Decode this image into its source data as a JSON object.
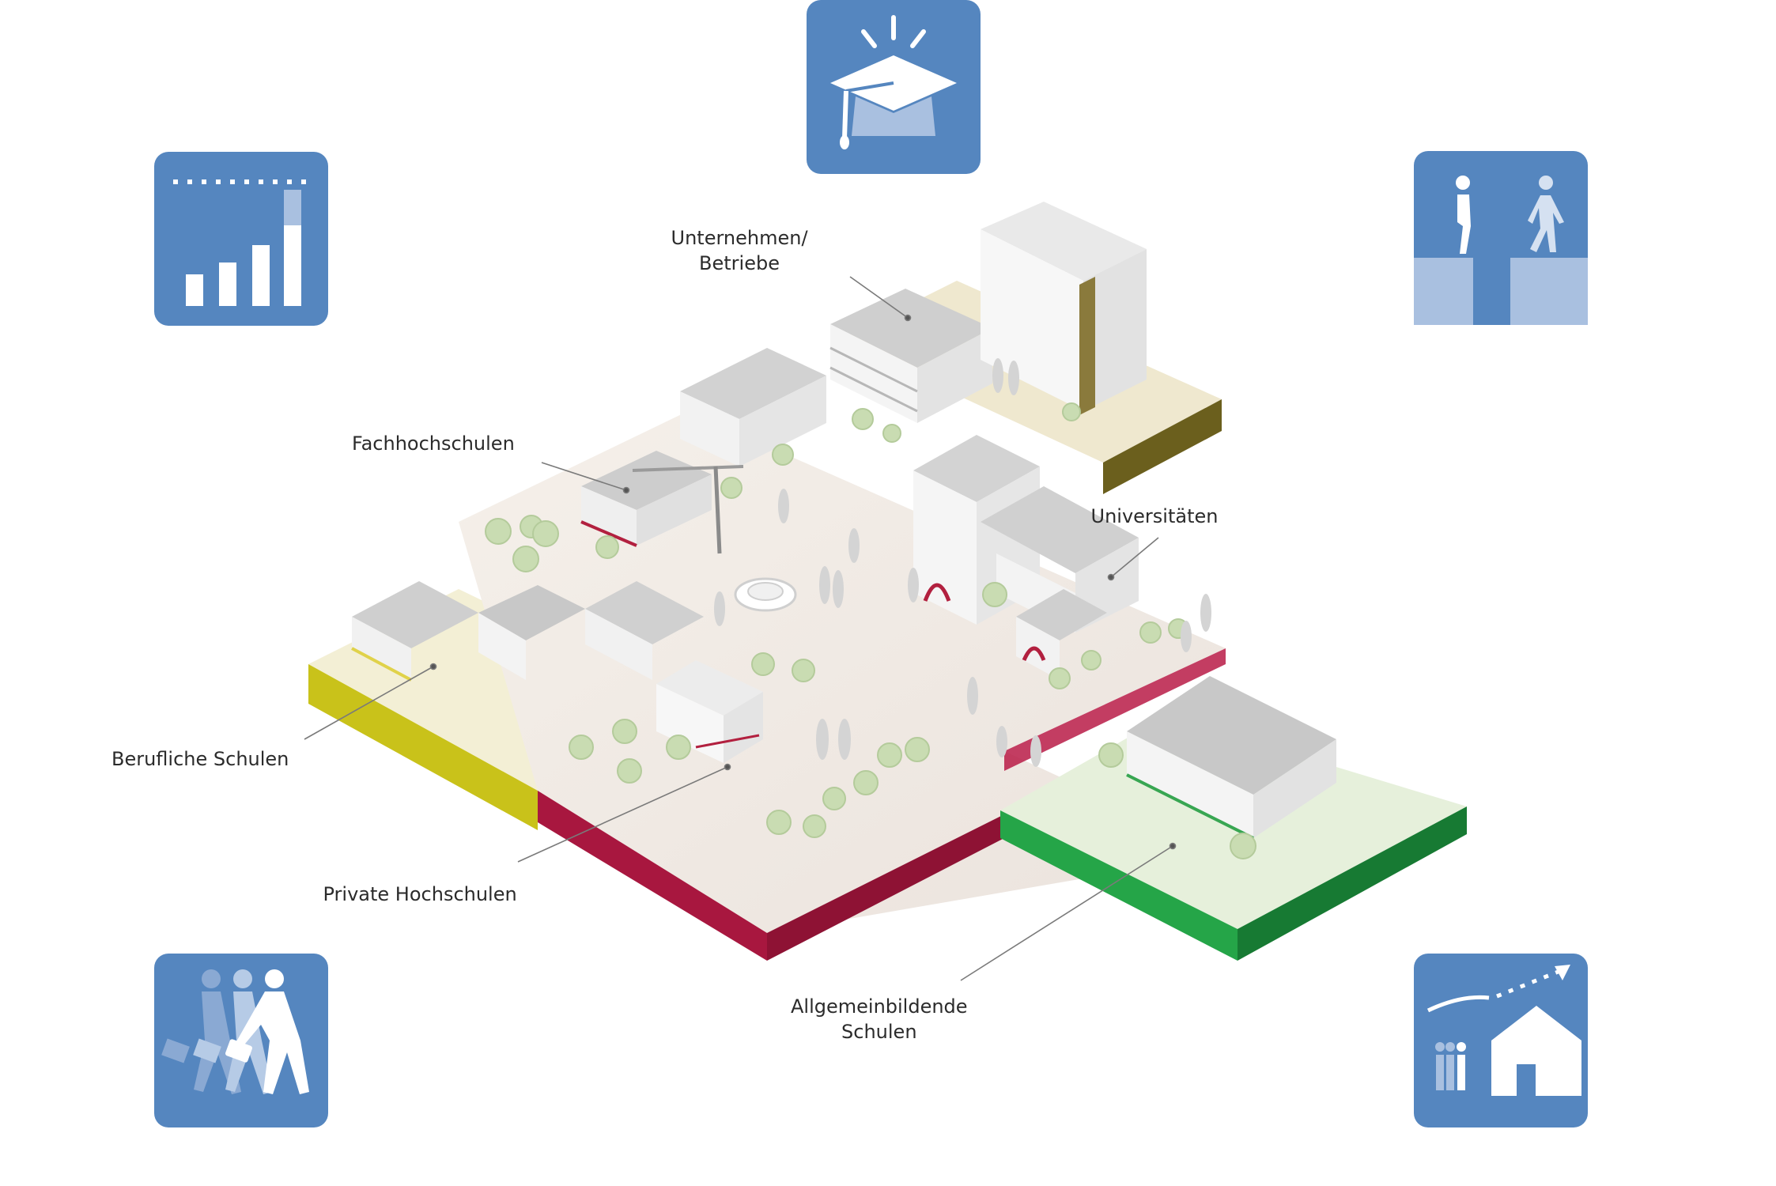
{
  "labels": {
    "unternehmen_line1": "Unternehmen/",
    "unternehmen_line2": "Betriebe",
    "fachhochschulen": "Fachhochschulen",
    "universitaeten": "Universitäten",
    "berufliche_schulen": "Berufliche Schulen",
    "private_hochschulen": "Private Hochschulen",
    "allgemeinbildende_line1": "Allgemeinbildende",
    "allgemeinbildende_line2": "Schulen"
  },
  "icons": [
    {
      "name": "graduation-cap-icon"
    },
    {
      "name": "bar-chart-growth-icon"
    },
    {
      "name": "gap-crossing-icon"
    },
    {
      "name": "commuting-people-icon"
    },
    {
      "name": "migration-home-icon"
    }
  ],
  "colors": {
    "tile": "#5586bf",
    "tile_light": "#a9c0e0",
    "base_yellow": "#c9c21a",
    "base_red": "#a8173f",
    "base_green": "#1f9d43",
    "base_olive": "#6b5f1d",
    "plaza": "#efe9e4",
    "building": "#f1f1f1",
    "roof": "#c9c9c9",
    "tree": "#c9dcb2"
  }
}
